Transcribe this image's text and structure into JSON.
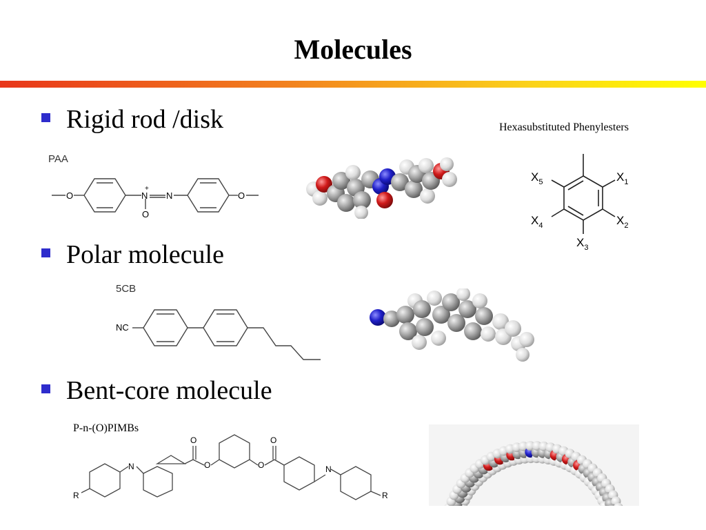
{
  "slide": {
    "title": "Molecules"
  },
  "bullets": [
    {
      "text": "Rigid rod /disk",
      "bullet_color": "#2e2ccc"
    },
    {
      "text": "Polar molecule",
      "bullet_color": "#2e2ccc"
    },
    {
      "text": "Bent-core molecule",
      "bullet_color": "#2e2ccc"
    }
  ],
  "figures": {
    "paa": {
      "label": "PAA",
      "atoms": {
        "o1": "O",
        "n1": "N",
        "plus": "+",
        "n2": "N",
        "o_minus": "O",
        "o2": "O"
      }
    },
    "hexa": {
      "caption": "Hexasubstituted Phenylesters",
      "labels": {
        "x1": "X",
        "x1_sub": "1",
        "x2": "X",
        "x2_sub": "2",
        "x3": "X",
        "x3_sub": "3",
        "x4": "X",
        "x4_sub": "4",
        "x5": "X",
        "x5_sub": "5"
      }
    },
    "fivecb": {
      "label": "5CB",
      "group": "NC"
    },
    "bent": {
      "label": "P-n-(O)PIMBs",
      "atoms": {
        "r": "R",
        "n": "N",
        "o": "O"
      }
    }
  },
  "colors": {
    "carbon": "#9a9a9a",
    "hydrogen": "#e6e6e6",
    "oxygen": "#d01a1a",
    "nitrogen": "#2020c8",
    "gradient": [
      "#e8361a",
      "#f2801e",
      "#fbd21b",
      "#ffff00"
    ]
  }
}
